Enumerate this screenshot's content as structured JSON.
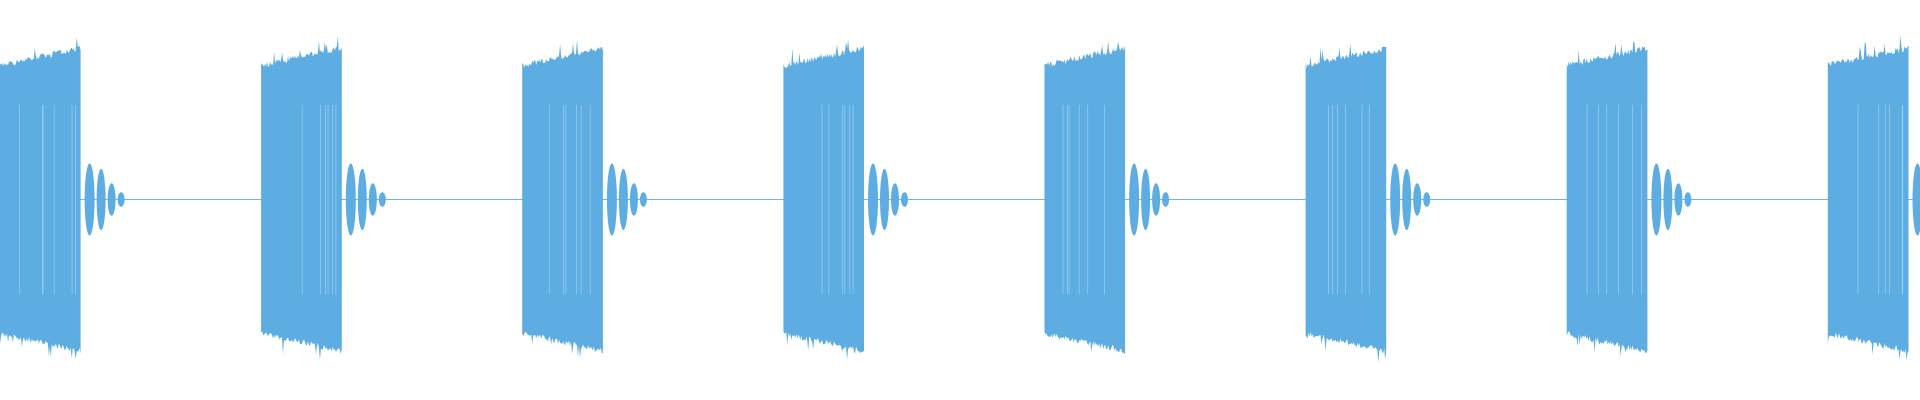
{
  "waveform": {
    "color": "#5dade2",
    "background": "#ffffff",
    "bursts": [
      {
        "start": 0.0,
        "end": 0.042
      },
      {
        "start": 0.136,
        "end": 0.178
      },
      {
        "start": 0.272,
        "end": 0.314
      },
      {
        "start": 0.408,
        "end": 0.45
      },
      {
        "start": 0.544,
        "end": 0.586
      },
      {
        "start": 0.68,
        "end": 0.722
      },
      {
        "start": 0.816,
        "end": 0.858
      },
      {
        "start": 0.952,
        "end": 0.994
      }
    ],
    "burst_amplitude": 0.86,
    "tail_amplitude": 0.18,
    "silence_amplitude": 0.006
  }
}
